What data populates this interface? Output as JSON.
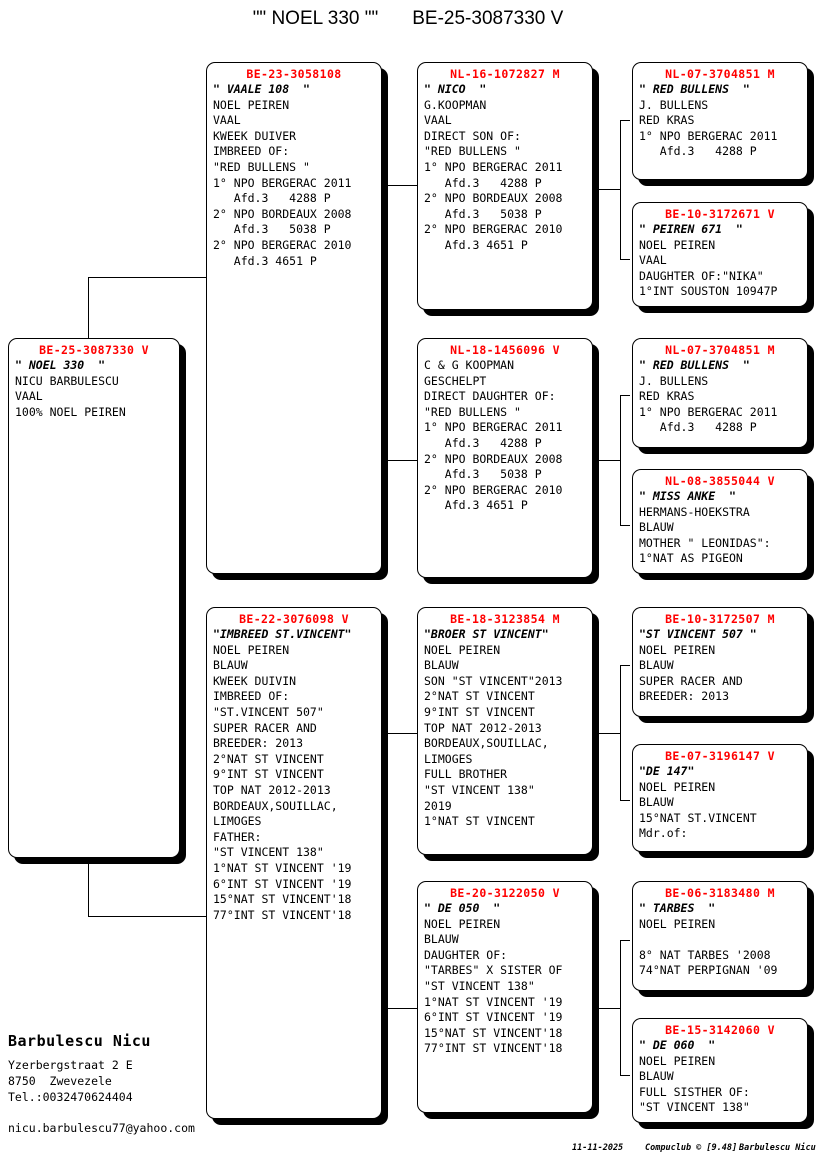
{
  "header": {
    "name": "\"\" NOEL 330 \"\"",
    "ring": "BE-25-3087330 V"
  },
  "subject": {
    "ring": "BE-25-3087330 V",
    "nickname": "\" NOEL 330  \"",
    "lines": [
      "NICU BARBULESCU",
      "VAAL",
      "100% NOEL PEIREN"
    ]
  },
  "gen1": [
    {
      "ring": "BE-23-3058108",
      "nickname": "\" VAALE 108  \"",
      "lines": [
        "NOEL PEIREN",
        "VAAL",
        "KWEEK DUIVER",
        "IMBREED OF:",
        "\"RED BULLENS \"",
        "1° NPO BERGERAC 2011",
        "   Afd.3   4288 P",
        "2° NPO BORDEAUX 2008",
        "   Afd.3   5038 P",
        "2° NPO BERGERAC 2010",
        "   Afd.3 4651 P"
      ]
    },
    {
      "ring": "BE-22-3076098 V",
      "nickname": "\"IMBREED ST.VINCENT\"",
      "lines": [
        "NOEL PEIREN",
        "BLAUW",
        "KWEEK DUIVIN",
        "IMBREED OF:",
        "\"ST.VINCENT 507\"",
        "SUPER RACER AND",
        "BREEDER: 2013",
        "2°NAT ST VINCENT",
        "9°INT ST VINCENT",
        "TOP NAT 2012-2013",
        "BORDEAUX,SOUILLAC,",
        "LIMOGES",
        "FATHER:",
        "\"ST VINCENT 138\"",
        "1°NAT ST VINCENT '19",
        "6°INT ST VINCENT '19",
        "15°NAT ST VINCENT'18",
        "77°INT ST VINCENT'18"
      ]
    }
  ],
  "gen2": [
    {
      "ring": "NL-16-1072827 M",
      "nickname": "\" NICO  \"",
      "lines": [
        "G.KOOPMAN",
        "VAAL",
        "DIRECT SON OF:",
        "\"RED BULLENS \"",
        "1° NPO BERGERAC 2011",
        "   Afd.3   4288 P",
        "2° NPO BORDEAUX 2008",
        "   Afd.3   5038 P",
        "2° NPO BERGERAC 2010",
        "   Afd.3 4651 P"
      ]
    },
    {
      "ring": "NL-18-1456096 V",
      "nickname": "",
      "lines": [
        "C & G KOOPMAN",
        "GESCHELPT",
        "DIRECT DAUGHTER OF:",
        "\"RED BULLENS \"",
        "1° NPO BERGERAC 2011",
        "   Afd.3   4288 P",
        "2° NPO BORDEAUX 2008",
        "   Afd.3   5038 P",
        "2° NPO BERGERAC 2010",
        "   Afd.3 4651 P"
      ]
    },
    {
      "ring": "BE-18-3123854 M",
      "nickname": "\"BROER ST VINCENT\"",
      "lines": [
        "NOEL PEIREN",
        "BLAUW",
        "SON \"ST VINCENT\"2013",
        "2°NAT ST VINCENT",
        "9°INT ST VINCENT",
        "TOP NAT 2012-2013",
        "BORDEAUX,SOUILLAC,",
        "LIMOGES",
        "FULL BROTHER",
        "\"ST VINCENT 138\"",
        "2019",
        "1°NAT ST VINCENT"
      ]
    },
    {
      "ring": "BE-20-3122050 V",
      "nickname": "\" DE 050  \"",
      "lines": [
        "NOEL PEIREN",
        "BLAUW",
        "DAUGHTER OF:",
        "\"TARBES\" X SISTER OF",
        "\"ST VINCENT 138\"",
        "1°NAT ST VINCENT '19",
        "6°INT ST VINCENT '19",
        "15°NAT ST VINCENT'18",
        "77°INT ST VINCENT'18"
      ]
    }
  ],
  "gen3": [
    {
      "ring": "NL-07-3704851 M",
      "nickname": "\" RED BULLENS  \"",
      "lines": [
        "J. BULLENS",
        "RED KRAS",
        "1° NPO BERGERAC 2011",
        "   Afd.3   4288 P"
      ]
    },
    {
      "ring": "BE-10-3172671 V",
      "nickname": "\" PEIREN 671  \"",
      "lines": [
        "NOEL PEIREN",
        "VAAL",
        "DAUGHTER OF:\"NIKA\"",
        "1°INT SOUSTON 10947P"
      ]
    },
    {
      "ring": "NL-07-3704851 M",
      "nickname": "\" RED BULLENS  \"",
      "lines": [
        "J. BULLENS",
        "RED KRAS",
        "1° NPO BERGERAC 2011",
        "   Afd.3   4288 P"
      ]
    },
    {
      "ring": "NL-08-3855044 V",
      "nickname": "\" MISS ANKE  \"",
      "lines": [
        "HERMANS-HOEKSTRA",
        "BLAUW",
        "MOTHER \" LEONIDAS\":",
        "1°NAT AS PIGEON"
      ]
    },
    {
      "ring": "BE-10-3172507 M",
      "nickname": "\"ST VINCENT 507 \"",
      "lines": [
        "NOEL PEIREN",
        "BLAUW",
        "SUPER RACER AND",
        "BREEDER: 2013"
      ]
    },
    {
      "ring": "BE-07-3196147 V",
      "nickname": "\"DE 147\"",
      "lines": [
        "NOEL PEIREN",
        "BLAUW",
        "15°NAT ST.VINCENT",
        "Mdr.of:"
      ]
    },
    {
      "ring": "BE-06-3183480 M",
      "nickname": "\" TARBES  \"",
      "lines": [
        "NOEL PEIREN",
        "",
        "8° NAT TARBES '2008",
        "74°NAT PERPIGNAN '09"
      ]
    },
    {
      "ring": "BE-15-3142060 V",
      "nickname": "\" DE 060  \"",
      "lines": [
        "NOEL PEIREN",
        "BLAUW",
        "FULL SISTHER OF:",
        "\"ST VINCENT 138\""
      ]
    }
  ],
  "owner": {
    "name": "Barbulescu Nicu",
    "street": "Yzerbergstraat 2 E",
    "city": "8750  Zwevezele",
    "phone": "Tel.:0032470624404",
    "email": "nicu.barbulescu77@yahoo.com"
  },
  "credit": {
    "date": "11-11-2025",
    "software": "Compuclub © [9.48]",
    "user": "Barbulescu Nicu"
  },
  "colors": {
    "ring": "#ff0000",
    "text": "#000000",
    "page": "#ffffff"
  }
}
